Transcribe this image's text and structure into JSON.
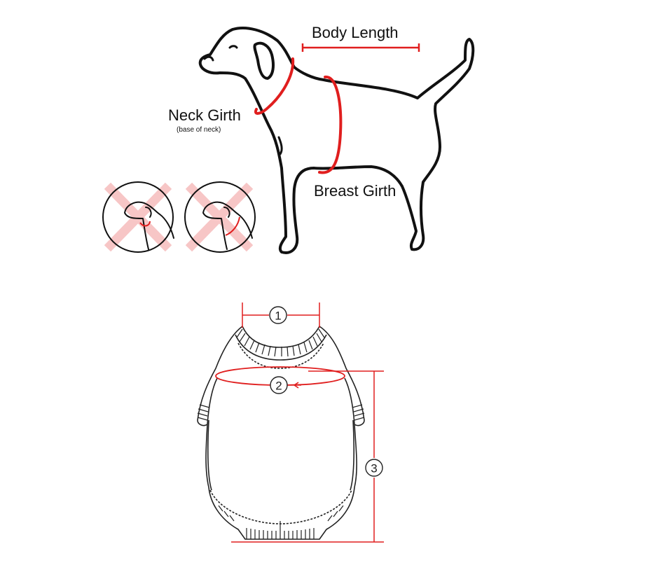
{
  "dog": {
    "body_length_label": "Body Length",
    "neck_girth_label": "Neck Girth",
    "neck_girth_note": "(base of neck)",
    "breast_girth_label": "Breast Girth"
  },
  "examples": [
    {
      "status": "incorrect"
    },
    {
      "status": "incorrect"
    }
  ],
  "sweater": {
    "measure_1": "1",
    "measure_2": "2",
    "measure_3": "3"
  },
  "colors": {
    "measure_red": "#e01e1e",
    "cross_pink": "#f7c6c6",
    "outline": "#111111"
  }
}
